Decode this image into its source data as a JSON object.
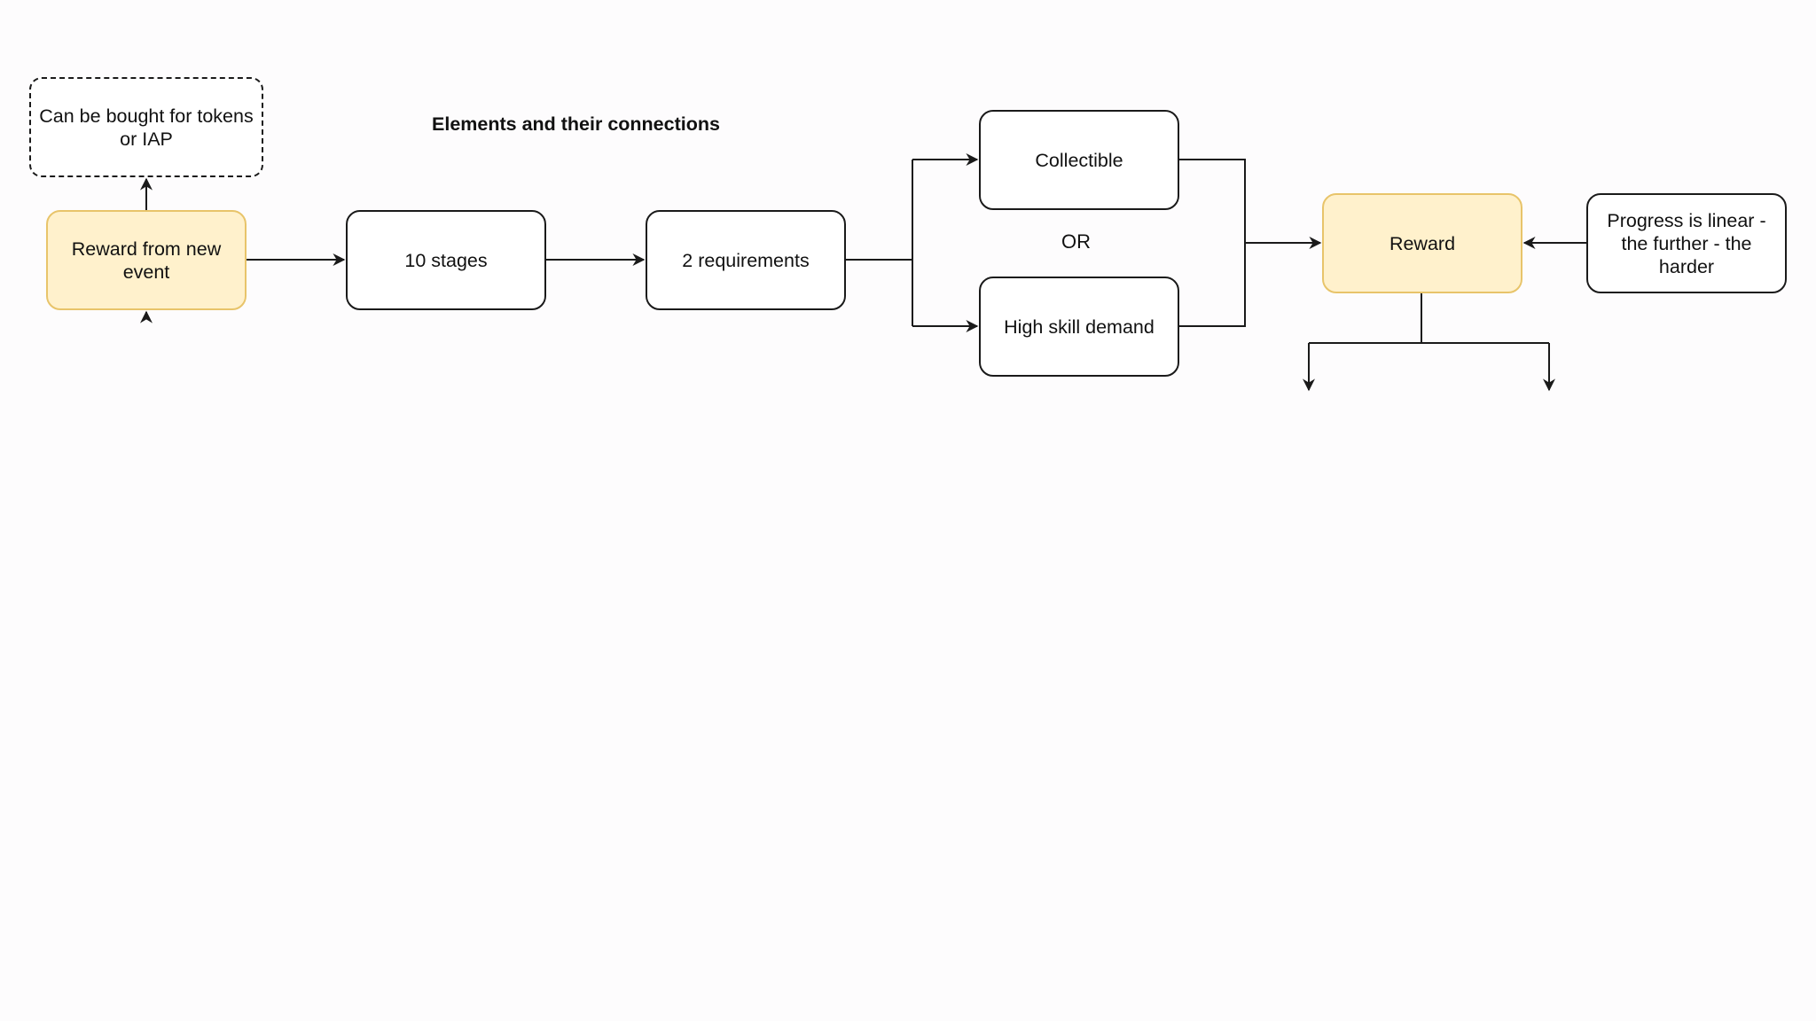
{
  "diagram": {
    "title": "Elements and their connections",
    "or_label": "OR",
    "nodes": {
      "tokens": "Can be bought for tokens or IAP",
      "event": "Reward from new event",
      "stages": "10 stages",
      "requirements": "2 requirements",
      "collectible": "Collectible",
      "skill": "High skill demand",
      "reward": "Reward",
      "progress": "Progress is linear - the further - the harder"
    },
    "colors": {
      "reward_fill": "#fff1cc",
      "reward_border": "#e8c46a",
      "stroke": "#1a1a1a",
      "background": "#fdfcfd"
    }
  }
}
